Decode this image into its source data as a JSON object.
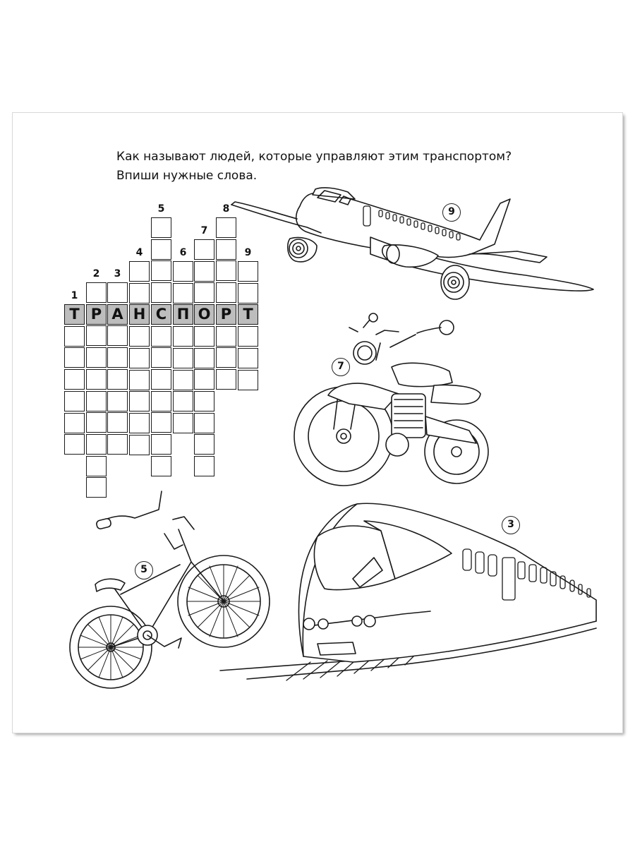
{
  "instruction": {
    "line1": "Как называют людей, которые управляют этим транспортом?",
    "line2": "Впиши нужные слова."
  },
  "crossword": {
    "key_word_letters": [
      "Т",
      "Р",
      "А",
      "Н",
      "С",
      "П",
      "О",
      "Р",
      "Т"
    ],
    "columns": [
      {
        "number": "1",
        "cells_above": 0,
        "cells_below": 6
      },
      {
        "number": "2",
        "cells_above": 1,
        "cells_below": 8
      },
      {
        "number": "3",
        "cells_above": 1,
        "cells_below": 6
      },
      {
        "number": "4",
        "cells_above": 2,
        "cells_below": 6
      },
      {
        "number": "5",
        "cells_above": 4,
        "cells_below": 7
      },
      {
        "number": "6",
        "cells_above": 2,
        "cells_below": 5
      },
      {
        "number": "7",
        "cells_above": 3,
        "cells_below": 7
      },
      {
        "number": "8",
        "cells_above": 4,
        "cells_below": 3
      },
      {
        "number": "9",
        "cells_above": 2,
        "cells_below": 3
      }
    ]
  },
  "pictures": [
    {
      "name": "airplane",
      "badge": "9"
    },
    {
      "name": "motorcycle",
      "badge": "7"
    },
    {
      "name": "bicycle",
      "badge": "5"
    },
    {
      "name": "train",
      "badge": "3"
    }
  ]
}
